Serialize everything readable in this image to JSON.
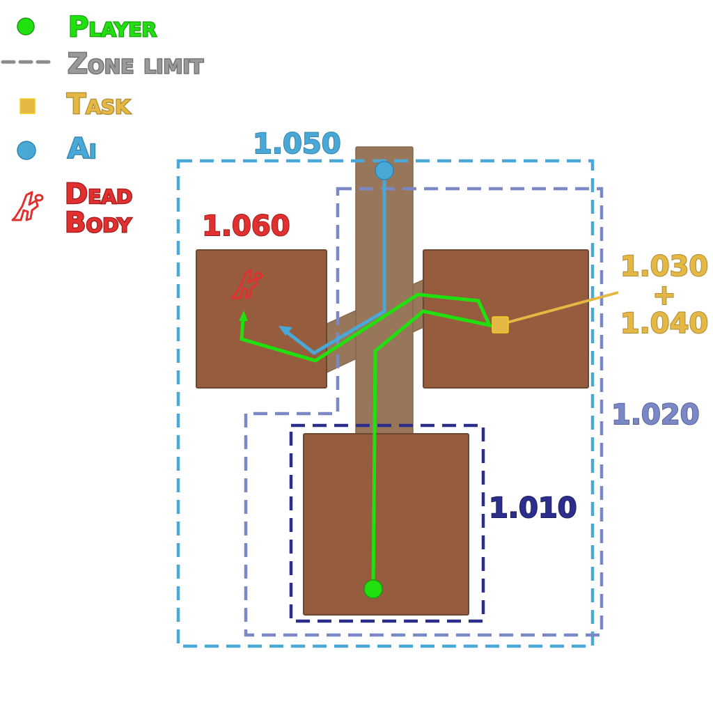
{
  "legend": {
    "player": "Player",
    "zone_limit": "Zone limit",
    "task": "Task",
    "ai": "Ai",
    "dead_body_line1": "Dead",
    "dead_body_line2": "Body"
  },
  "zones": {
    "z1050": "1.050",
    "z1060": "1.060",
    "z1030": "1.030",
    "plus": "+",
    "z1040": "1.040",
    "z1020": "1.020",
    "z1010": "1.010"
  },
  "colors": {
    "player": "#22e010",
    "zone_limit": "#8c8c8c",
    "task": "#e3b845",
    "ai": "#4aa8d6",
    "dead_body": "#e03030",
    "zone_1050": "#4aa8d6",
    "zone_1020": "#7b88c6",
    "zone_1010": "#2b2e8a"
  }
}
